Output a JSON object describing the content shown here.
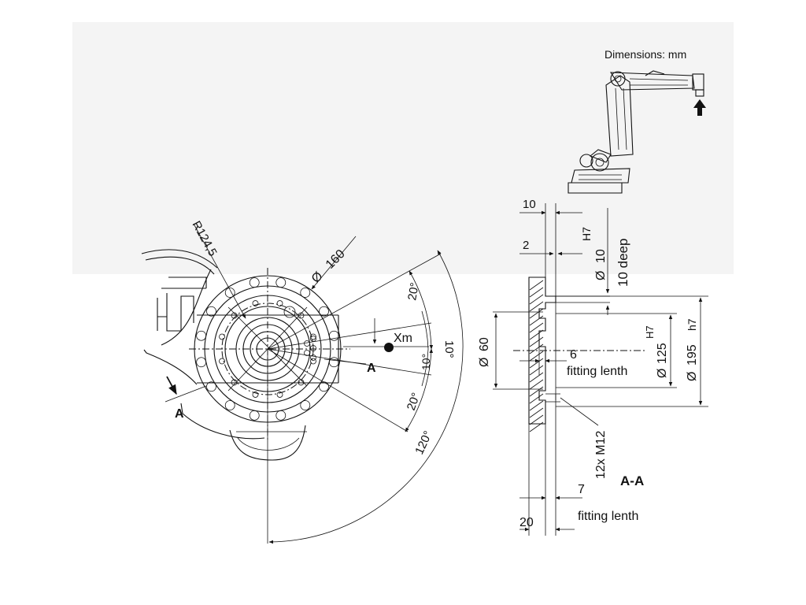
{
  "header": {
    "units_note": "Dimensions: mm"
  },
  "front_view": {
    "radius_label": "R124,5",
    "bolt_circle_label": "160",
    "xm_label": "Xm",
    "angle_top": "20°",
    "angle_top_inner": "10°",
    "angle_bottom_inner": "10°",
    "angle_bottom": "20°",
    "angle_span": "120°",
    "section_marker_left": "A",
    "section_marker_right": "A"
  },
  "section_view": {
    "dim_10": "10",
    "dim_2": "2",
    "hole_tol": "H7",
    "hole_dia": "10",
    "hole_depth": "10 deep",
    "dia_60": "60",
    "dim_6": "6",
    "fitting_1": "fitting lenth",
    "dia_125": "125",
    "dia_125_tol": "H7",
    "dia_195": "195",
    "dia_195_tol": "h7",
    "thread": "12x M12",
    "section_title": "A-A",
    "dim_7": "7",
    "dim_20": "20",
    "fitting_2": "fitting lenth"
  },
  "symbols": {
    "diameter": "Ø"
  }
}
